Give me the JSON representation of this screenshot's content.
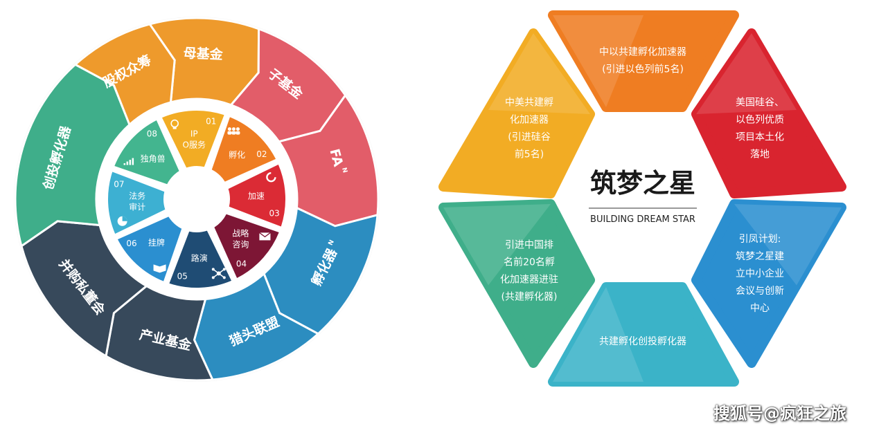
{
  "ring": {
    "outer_segments": [
      {
        "label": "母基金",
        "color": "#ee9a2c"
      },
      {
        "label": "子基金",
        "color": "#e25d69"
      },
      {
        "label": "FA",
        "sup": "N",
        "color": "#e25d69"
      },
      {
        "label": "孵化器",
        "sup": "N",
        "color": "#2c8dc0"
      },
      {
        "label": "猎头联盟",
        "color": "#2c8dc0"
      },
      {
        "label": "产业基金",
        "color": "#37495b"
      },
      {
        "label": "并购私董会",
        "color": "#37495b"
      },
      {
        "label": "创投孵化器",
        "color": "#3fae8a"
      },
      {
        "label": "股权众筹",
        "color": "#ee9a2c"
      }
    ],
    "inner_petals": [
      {
        "num": "01",
        "label": "IPO服务",
        "icon": "bulb-icon",
        "color": "#f2ac24"
      },
      {
        "num": "02",
        "label": "孵化",
        "icon": "people-icon",
        "color": "#ef7d22"
      },
      {
        "num": "03",
        "label": "加速",
        "icon": "refresh-icon",
        "color": "#db2b35"
      },
      {
        "num": "04",
        "label": "战略咨询",
        "icon": "mail-icon",
        "color": "#7d1635"
      },
      {
        "num": "05",
        "label": "路演",
        "icon": "network-icon",
        "color": "#1f4c74"
      },
      {
        "num": "06",
        "label": "挂牌",
        "icon": "book-icon",
        "color": "#2b8fd0"
      },
      {
        "num": "07",
        "label": "法务审计",
        "icon": "pie-icon",
        "color": "#3db0d2"
      },
      {
        "num": "08",
        "label": "独角兽",
        "icon": "chart-icon",
        "color": "#43b58f"
      }
    ]
  },
  "hexagon": {
    "title": "筑梦之星",
    "subtitle": "BUILDING DREAM STAR",
    "tiles": [
      {
        "lines": [
          "中以共建孵化加速器",
          "(引进以色列前5名)"
        ],
        "color": "#ef7d22"
      },
      {
        "lines": [
          "美国硅谷、",
          "以色列优质",
          "项目本土化",
          "落地"
        ],
        "color": "#d9242f"
      },
      {
        "lines": [
          "引凤计划:",
          "筑梦之星建",
          "立中小企业",
          "会议与创新",
          "中心"
        ],
        "color": "#2b8fd0"
      },
      {
        "lines": [
          "共建孵化创投孵化器"
        ],
        "color": "#3bb3c8"
      },
      {
        "lines": [
          "引进中国排",
          "名前20名孵",
          "化加速器进驻",
          "(共建孵化器)"
        ],
        "color": "#3fae8a"
      },
      {
        "lines": [
          "中美共建孵",
          "化加速器",
          "(引进硅谷",
          "前5名)"
        ],
        "color": "#f2ac24"
      }
    ]
  },
  "watermark": "搜狐号@疯狂之旅"
}
